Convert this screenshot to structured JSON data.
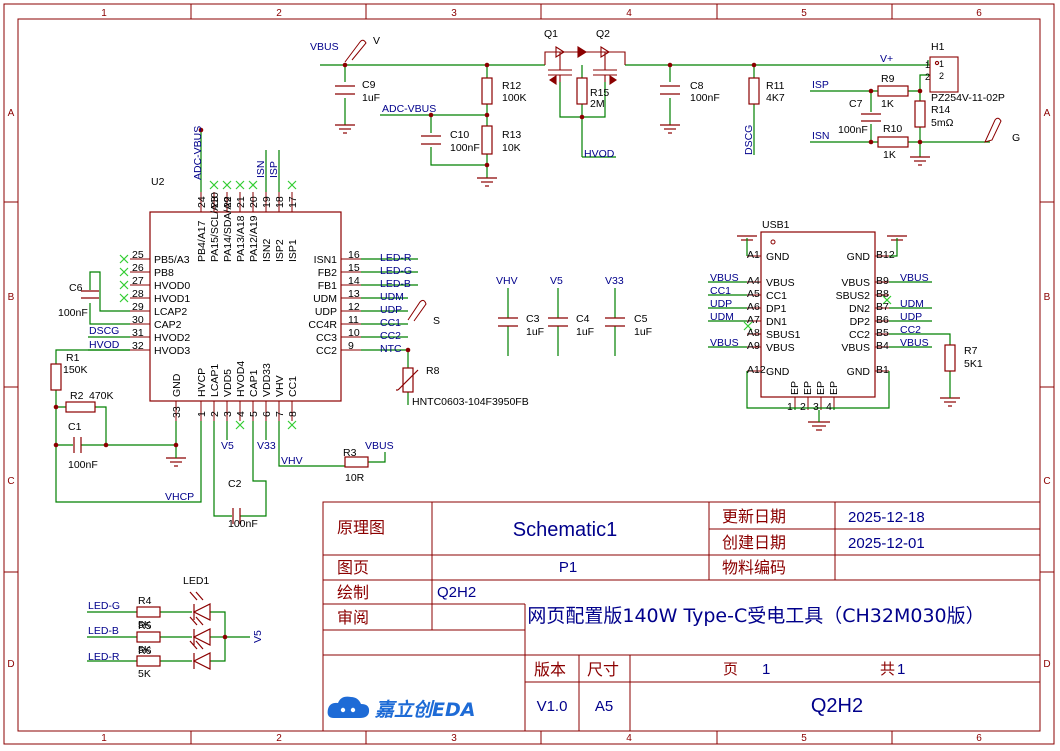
{
  "colors": {
    "wire": "#008000",
    "part": "#8b0000",
    "net": "#00008b",
    "text": "#000000",
    "border": "#8b0000"
  },
  "frame": {
    "col_labels": [
      "1",
      "2",
      "3",
      "4",
      "5",
      "6"
    ],
    "row_labels": [
      "A",
      "B",
      "C",
      "D"
    ]
  },
  "title_block": {
    "schematic_label": "原理图",
    "schematic_value": "Schematic1",
    "update_label": "更新日期",
    "update_value": "2025-12-18",
    "create_label": "创建日期",
    "create_value": "2025-12-01",
    "page_label": "图页",
    "page_value": "P1",
    "bom_label": "物料编码",
    "drawn_label": "绘制",
    "drawn_value": "Q2H2",
    "review_label": "审阅",
    "project_title": "网页配置版140W Type-C受电工具（CH32M030版）",
    "version_label": "版本",
    "size_label": "尺寸",
    "sheet_label": "页",
    "sheet_num": "1",
    "total_label": "共",
    "total_num": "1",
    "version_value": "V1.0",
    "size_value": "A5",
    "company": "Q2H2",
    "logo_text": "嘉立创EDA"
  },
  "components": {
    "u2": {
      "ref": "U2",
      "left_pins": [
        {
          "num": "25",
          "name": "PB5/A3"
        },
        {
          "num": "26",
          "name": "PB8"
        },
        {
          "num": "27",
          "name": "HVOD0"
        },
        {
          "num": "28",
          "name": "HVOD1"
        },
        {
          "num": "29",
          "name": "LCAP2"
        },
        {
          "num": "30",
          "name": "CAP2"
        },
        {
          "num": "31",
          "name": "HVOD2"
        },
        {
          "num": "32",
          "name": "HVOD3"
        }
      ],
      "right_pins": [
        {
          "num": "16",
          "name": "ISN1",
          "net": "LED-R"
        },
        {
          "num": "15",
          "name": "FB2",
          "net": "LED-G"
        },
        {
          "num": "14",
          "name": "FB1",
          "net": "LED-B"
        },
        {
          "num": "13",
          "name": "UDM",
          "net": "UDM"
        },
        {
          "num": "12",
          "name": "UDP",
          "net": "UDP"
        },
        {
          "num": "11",
          "name": "CC4R",
          "net": "CC1"
        },
        {
          "num": "10",
          "name": "CC3",
          "net": "CC2"
        },
        {
          "num": "9",
          "name": "CC2",
          "net": "NTC"
        }
      ],
      "top_pins": [
        {
          "num": "24",
          "name": "PB4/A17"
        },
        {
          "num": "23",
          "name": "PA15/SCL/A10"
        },
        {
          "num": "22",
          "name": "PA14/SDA/A9"
        },
        {
          "num": "21",
          "name": "PA13/A18"
        },
        {
          "num": "20",
          "name": "PA12/A19"
        },
        {
          "num": "19",
          "name": "ISN2"
        },
        {
          "num": "18",
          "name": "ISP2"
        },
        {
          "num": "17",
          "name": "ISP1"
        }
      ],
      "bottom_pins": [
        {
          "num": "1",
          "name": "HVCP"
        },
        {
          "num": "2",
          "name": "LCAP1"
        },
        {
          "num": "3",
          "name": "VDD5"
        },
        {
          "num": "4",
          "name": "HVOD4"
        },
        {
          "num": "5",
          "name": "CAP1"
        },
        {
          "num": "6",
          "name": "VDD33"
        },
        {
          "num": "7",
          "name": "VHV"
        },
        {
          "num": "8",
          "name": "CC1"
        }
      ],
      "gnd_pin": {
        "num": "33",
        "name": "GND"
      }
    },
    "usb1": {
      "ref": "USB1",
      "left": [
        {
          "num": "A1",
          "name": "GND",
          "net": ""
        },
        {
          "num": "A4",
          "name": "VBUS",
          "net": "VBUS"
        },
        {
          "num": "A5",
          "name": "CC1",
          "net": "CC1"
        },
        {
          "num": "A6",
          "name": "DP1",
          "net": "UDP"
        },
        {
          "num": "A7",
          "name": "DN1",
          "net": "UDM"
        },
        {
          "num": "A8",
          "name": "SBUS1",
          "net": ""
        },
        {
          "num": "A9",
          "name": "VBUS",
          "net": "VBUS"
        },
        {
          "num": "A12",
          "name": "GND",
          "net": ""
        }
      ],
      "right": [
        {
          "num": "B12",
          "name": "GND",
          "net": ""
        },
        {
          "num": "B9",
          "name": "VBUS",
          "net": "VBUS"
        },
        {
          "num": "B8",
          "name": "SBUS2",
          "net": ""
        },
        {
          "num": "B7",
          "name": "DN2",
          "net": "UDM"
        },
        {
          "num": "B6",
          "name": "DP2",
          "net": "UDP"
        },
        {
          "num": "B5",
          "name": "CC2",
          "net": "CC2"
        },
        {
          "num": "B4",
          "name": "VBUS",
          "net": "VBUS"
        },
        {
          "num": "B1",
          "name": "GND",
          "net": ""
        }
      ],
      "ep_pins": [
        "1",
        "2",
        "3",
        "4"
      ],
      "ep_label": "EP"
    },
    "passives": {
      "c9": {
        "ref": "C9",
        "val": "1uF"
      },
      "r12": {
        "ref": "R12",
        "val": "100K"
      },
      "r13": {
        "ref": "R13",
        "val": "10K"
      },
      "c10": {
        "ref": "C10",
        "val": "100nF"
      },
      "q1": {
        "ref": "Q1"
      },
      "q2": {
        "ref": "Q2"
      },
      "r15": {
        "ref": "R15",
        "val": "2M"
      },
      "c8": {
        "ref": "C8",
        "val": "100nF"
      },
      "r11": {
        "ref": "R11",
        "val": "4K7"
      },
      "r9": {
        "ref": "R9",
        "val": "1K"
      },
      "c7": {
        "ref": "C7",
        "val": "100nF"
      },
      "r10": {
        "ref": "R10",
        "val": "1K"
      },
      "r14": {
        "ref": "R14",
        "val": "5mΩ"
      },
      "h1": {
        "ref": "H1",
        "val": "PZ254V-11-02P",
        "pin1": "1",
        "pin2": "2"
      },
      "c6": {
        "ref": "C6",
        "val": "100nF"
      },
      "r1": {
        "ref": "R1",
        "val": "150K"
      },
      "r2": {
        "ref": "R2",
        "val": "470K"
      },
      "c1": {
        "ref": "C1",
        "val": "100nF"
      },
      "c2": {
        "ref": "C2",
        "val": "100nF"
      },
      "r8": {
        "ref": "R8",
        "val": "HNTC0603-104F3950FB"
      },
      "r3": {
        "ref": "R3",
        "val": "10R"
      },
      "c3": {
        "ref": "C3",
        "val": "1uF"
      },
      "c4": {
        "ref": "C4",
        "val": "1uF"
      },
      "c5": {
        "ref": "C5",
        "val": "1uF"
      },
      "r7": {
        "ref": "R7",
        "val": "5K1"
      },
      "led1": {
        "ref": "LED1"
      },
      "r4": {
        "ref": "R4",
        "val": "5K"
      },
      "r5": {
        "ref": "R5",
        "val": "5K"
      },
      "r6": {
        "ref": "R6",
        "val": "5K"
      }
    }
  },
  "nets": {
    "vbus": "VBUS",
    "v_probe": "V",
    "adc_vbus": "ADC-VBUS",
    "hvod": "HVOD",
    "v_plus": "V+",
    "isp": "ISP",
    "isn": "ISN",
    "dscg": "DSCG",
    "g_probe": "G",
    "s_probe": "S",
    "hvod_left": "HVOD",
    "vhcp": "VHCP",
    "v5": "V5",
    "v33": "V33",
    "vhv": "VHV",
    "led_g": "LED-G",
    "led_b": "LED-B",
    "led_r": "LED-R"
  }
}
